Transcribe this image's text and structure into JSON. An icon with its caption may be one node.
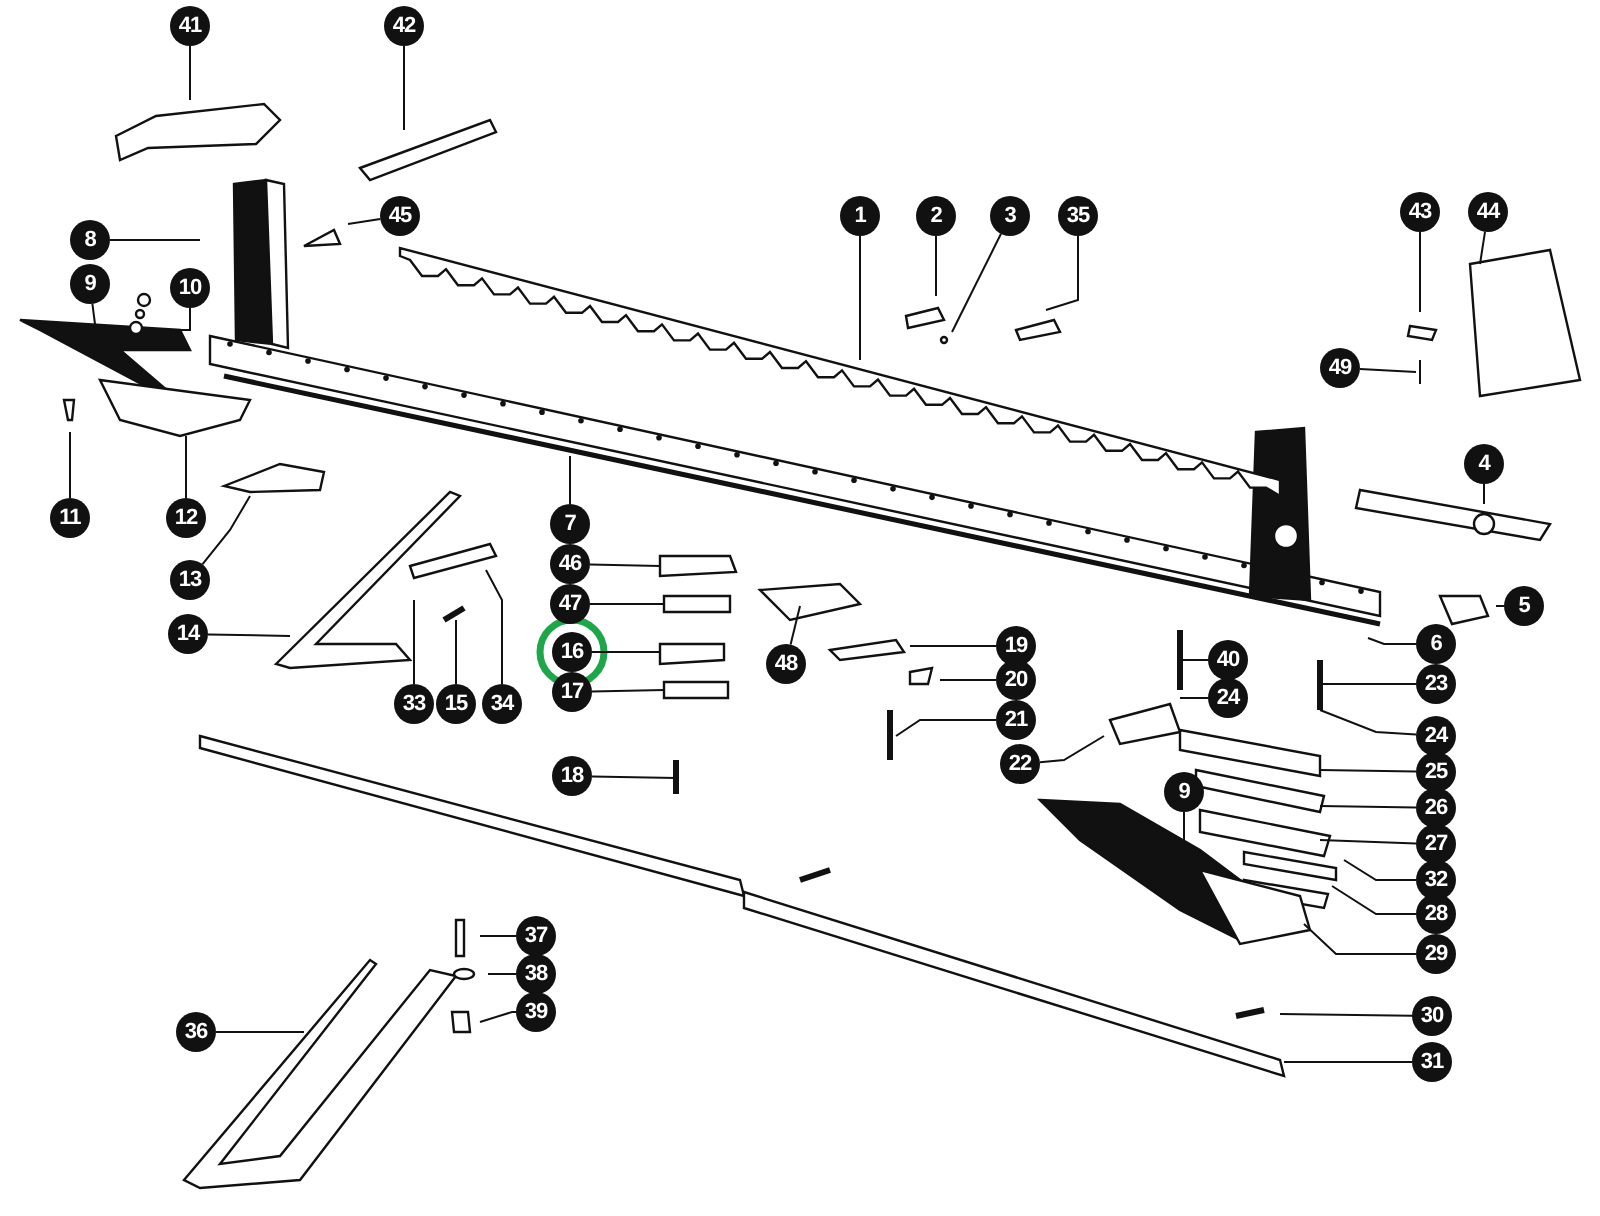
{
  "diagram": {
    "nodes": [
      {
        "text": [
          "41"
        ]
      },
      {
        "text": [
          "42"
        ]
      },
      {
        "text": [
          "45"
        ]
      },
      {
        "text": [
          "1"
        ]
      },
      {
        "text": [
          "2"
        ]
      },
      {
        "text": [
          "3"
        ]
      },
      {
        "text": [
          "35"
        ]
      },
      {
        "text": [
          "43"
        ]
      },
      {
        "text": [
          "44"
        ]
      },
      {
        "text": [
          "8"
        ]
      },
      {
        "text": [
          "9"
        ]
      },
      {
        "text": [
          "10"
        ]
      },
      {
        "text": [
          "49"
        ]
      },
      {
        "text": [
          "11"
        ]
      },
      {
        "text": [
          "12"
        ]
      },
      {
        "text": [
          "4"
        ]
      },
      {
        "text": [
          "7"
        ]
      },
      {
        "text": [
          "13"
        ]
      },
      {
        "text": [
          "46"
        ]
      },
      {
        "text": [
          "5"
        ]
      },
      {
        "text": [
          "14"
        ]
      },
      {
        "text": [
          "47"
        ]
      },
      {
        "text": [
          "6"
        ]
      },
      {
        "text": [
          "16"
        ]
      },
      {
        "text": [
          "19"
        ]
      },
      {
        "text": [
          "40"
        ]
      },
      {
        "text": [
          "23"
        ]
      },
      {
        "text": [
          "17"
        ]
      },
      {
        "text": [
          "48"
        ]
      },
      {
        "text": [
          "33"
        ]
      },
      {
        "text": [
          "15"
        ]
      },
      {
        "text": [
          "34"
        ]
      },
      {
        "text": [
          "20"
        ]
      },
      {
        "text": [
          "24"
        ]
      },
      {
        "text": [
          "21"
        ]
      },
      {
        "text": [
          "24"
        ]
      },
      {
        "text": [
          "22"
        ]
      },
      {
        "text": [
          "9"
        ]
      },
      {
        "text": [
          "25"
        ]
      },
      {
        "text": [
          "18"
        ]
      },
      {
        "text": [
          "26"
        ]
      },
      {
        "text": [
          "27"
        ]
      },
      {
        "text": [
          "32"
        ]
      },
      {
        "text": [
          "28"
        ]
      },
      {
        "text": [
          "29"
        ]
      },
      {
        "text": [
          "37"
        ]
      },
      {
        "text": [
          "38"
        ]
      },
      {
        "text": [
          "39"
        ]
      },
      {
        "text": [
          "30"
        ]
      },
      {
        "text": [
          "36"
        ]
      },
      {
        "text": [
          "31"
        ]
      }
    ],
    "edges": [
      {
        "from": 0,
        "to": null,
        "arrow": "none"
      },
      {
        "from": 1,
        "to": null,
        "arrow": "none"
      },
      {
        "from": 2,
        "to": null,
        "arrow": "none"
      },
      {
        "from": 3,
        "to": null,
        "arrow": "none"
      },
      {
        "from": 4,
        "to": null,
        "arrow": "none"
      },
      {
        "from": 5,
        "to": null,
        "arrow": "none"
      },
      {
        "from": 6,
        "to": null,
        "arrow": "none"
      },
      {
        "from": 7,
        "to": null,
        "arrow": "none"
      },
      {
        "from": 8,
        "to": null,
        "arrow": "none"
      },
      {
        "from": 9,
        "to": null,
        "arrow": "none"
      },
      {
        "from": 10,
        "to": null,
        "arrow": "none"
      },
      {
        "from": 11,
        "to": null,
        "arrow": "none"
      },
      {
        "from": 12,
        "to": null,
        "arrow": "none"
      },
      {
        "from": 13,
        "to": null,
        "arrow": "none"
      },
      {
        "from": 14,
        "to": null,
        "arrow": "none"
      },
      {
        "from": 15,
        "to": null,
        "arrow": "none"
      },
      {
        "from": 16,
        "to": null,
        "arrow": "none"
      },
      {
        "from": 17,
        "to": null,
        "arrow": "none"
      },
      {
        "from": 18,
        "to": null,
        "arrow": "none"
      },
      {
        "from": 19,
        "to": null,
        "arrow": "none"
      },
      {
        "from": 20,
        "to": null,
        "arrow": "none"
      },
      {
        "from": 21,
        "to": null,
        "arrow": "none"
      },
      {
        "from": 22,
        "to": null,
        "arrow": "none"
      },
      {
        "from": 23,
        "to": null,
        "arrow": "none"
      },
      {
        "from": 24,
        "to": null,
        "arrow": "none"
      },
      {
        "from": 25,
        "to": null,
        "arrow": "none"
      },
      {
        "from": 26,
        "to": null,
        "arrow": "none"
      },
      {
        "from": 27,
        "to": null,
        "arrow": "none"
      },
      {
        "from": 28,
        "to": null,
        "arrow": "none"
      },
      {
        "from": 29,
        "to": null,
        "arrow": "none"
      },
      {
        "from": 30,
        "to": null,
        "arrow": "none"
      },
      {
        "from": 31,
        "to": null,
        "arrow": "none"
      },
      {
        "from": 32,
        "to": null,
        "arrow": "none"
      },
      {
        "from": 33,
        "to": null,
        "arrow": "none"
      },
      {
        "from": 34,
        "to": null,
        "arrow": "none"
      },
      {
        "from": 35,
        "to": null,
        "arrow": "none"
      },
      {
        "from": 36,
        "to": null,
        "arrow": "none"
      },
      {
        "from": 37,
        "to": null,
        "arrow": "none"
      },
      {
        "from": 38,
        "to": null,
        "arrow": "none"
      },
      {
        "from": 39,
        "to": null,
        "arrow": "none"
      },
      {
        "from": 40,
        "to": null,
        "arrow": "none"
      },
      {
        "from": 41,
        "to": null,
        "arrow": "none"
      },
      {
        "from": 42,
        "to": null,
        "arrow": "none"
      },
      {
        "from": 43,
        "to": null,
        "arrow": "none"
      },
      {
        "from": 44,
        "to": null,
        "arrow": "none"
      },
      {
        "from": 45,
        "to": null,
        "arrow": "none"
      },
      {
        "from": 46,
        "to": null,
        "arrow": "none"
      },
      {
        "from": 47,
        "to": null,
        "arrow": "none"
      },
      {
        "from": 48,
        "to": null,
        "arrow": "none"
      },
      {
        "from": 49,
        "to": null,
        "arrow": "none"
      },
      {
        "from": 50,
        "to": null,
        "arrow": "none"
      }
    ]
  }
}
